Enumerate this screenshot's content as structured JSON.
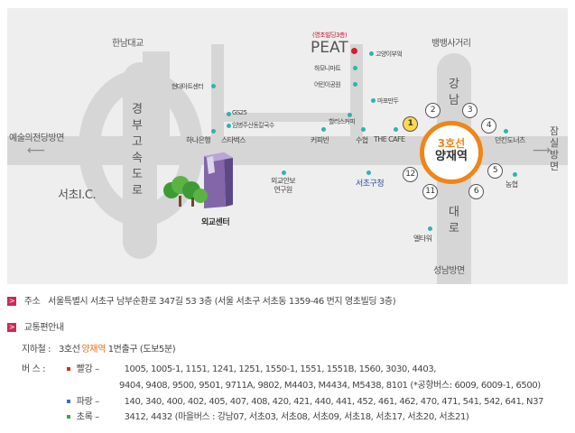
{
  "map": {
    "roads": {
      "hannam": "한남대교",
      "yesul": "예술의전당방면",
      "seocho_ic": "서초I.C.",
      "jamsil": "잠실방면",
      "seongnam": "성남방면",
      "banpo": "뱅뱅사거리",
      "highway": [
        "경",
        "부",
        "고",
        "속",
        "도",
        "로"
      ],
      "gangnam_top": [
        "강",
        "남"
      ],
      "gangnam_bottom": [
        "대",
        "로"
      ]
    },
    "peat_sub": "(영초빌딩3층)",
    "peat": "PEAT",
    "station": {
      "line": "3호선",
      "name": "양재역"
    },
    "exits": [
      "1",
      "2",
      "3",
      "4",
      "5",
      "6",
      "11",
      "12"
    ],
    "places": {
      "goyang": "고양이부엌",
      "hamoni": "하모니마트",
      "oreuni": "어린이공원",
      "mapo": "마포만두",
      "hyundai_art": "현대아트센터",
      "gs25": "GS25",
      "imbyeong": "임병주산동칼국수",
      "hana": "하나은행",
      "starbucks": "스타벅스",
      "hollys": "할리스커피",
      "coffeebean": "커피빈",
      "suhyup": "수협",
      "thecafe": "THE CAFE",
      "dunkin": "던킨도너츠",
      "nonghyup": "농협",
      "seocho_gu": "서초구청",
      "waegyo_anbo": [
        "외교안보",
        "연구원"
      ],
      "waegyo_center": "외교센터",
      "eltower": "엘타워"
    }
  },
  "info": {
    "address_label": "주소",
    "address": "서울특별시 서초구 남부순환로 347길 53 3층  (서울 서초구 서초동 1359-46 번지 영초빌딩 3층)",
    "transport_label": "교통편안내",
    "subway_label": "지하철 :",
    "subway_line": "3호선",
    "subway_station": "양재역",
    "subway_rest": "1번출구 (도보5분)",
    "bus_label": "버     스 :",
    "bus": [
      {
        "name": "빨강 –",
        "color": "#d42a2a",
        "lines": [
          "1005, 1005-1, 1151, 1241, 1251, 1550-1, 1551, 1551B, 1560, 3030, 4403,",
          "9404, 9408, 9500, 9501, 9711A, 9802, M4403, M4434, M5438, 8101 (*공항버스: 6009, 6009-1, 6500)"
        ]
      },
      {
        "name": "파랑 –",
        "color": "#3a6fc4",
        "lines": [
          "140, 340, 400, 402, 405, 407, 408, 420, 421, 440, 441, 452, 461, 462, 470, 471, 541, 542, 641, N37"
        ]
      },
      {
        "name": "초록 –",
        "color": "#3aa54a",
        "lines": [
          "3412, 4432       (마을버스 : 강남07, 서초03, 서초08, 서초09, 서초18, 서초17, 서초20, 서초21)"
        ]
      }
    ]
  }
}
